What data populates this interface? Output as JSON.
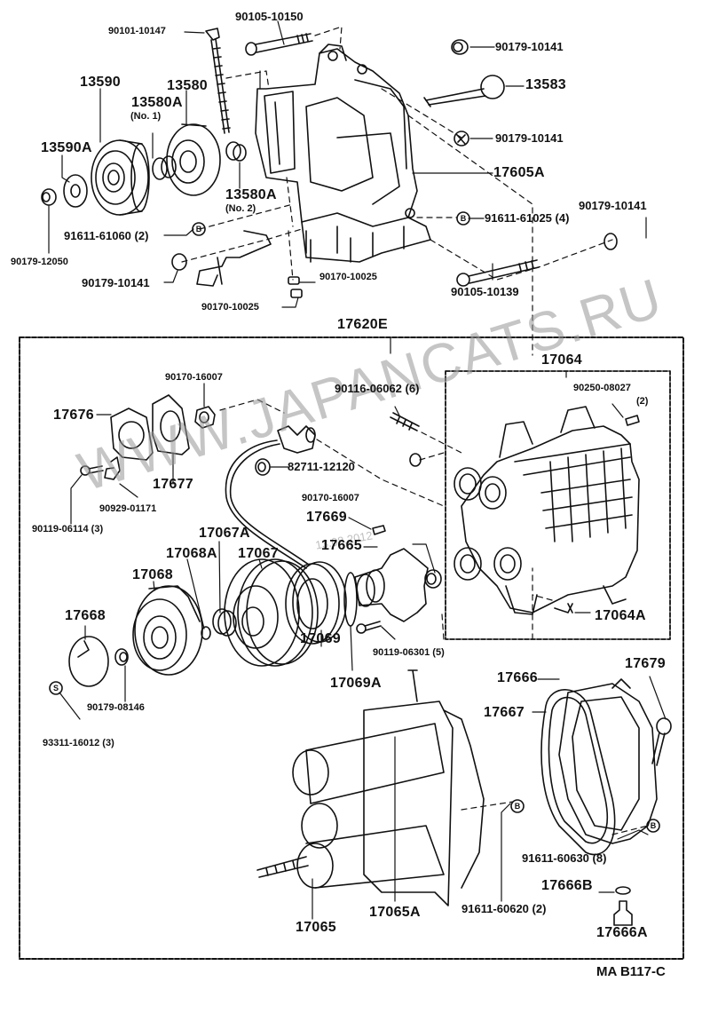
{
  "diagram": {
    "title_code": "MA B117-C",
    "watermark": "WWW.JAPANCATS.RU",
    "date_stamp": "13.08.2012",
    "assembly_label": "17620E",
    "subassembly_label": "17064",
    "labels": {
      "p90105_10150": "90105-10150",
      "p90101_10147": "90101-10147",
      "p90179_10141_a": "90179-10141",
      "p13583": "13583",
      "p90179_10141_b": "90179-10141",
      "p17605A": "17605A",
      "p13590": "13590",
      "p13580": "13580",
      "p13580A_1": "13580A",
      "p13580A_1_note": "(No. 1)",
      "p13590A": "13590A",
      "p13580A_2": "13580A",
      "p13580A_2_note": "(No. 2)",
      "p91611_61060": "91611-61060 (2)",
      "p91611_61025": "91611-61025 (4)",
      "p90179_10141_c": "90179-10141",
      "p90179_12050": "90179-12050",
      "p90179_10141_d": "90179-10141",
      "p90170_10025_a": "90170-10025",
      "p90170_10025_b": "90170-10025",
      "p90105_10139": "90105-10139",
      "p90170_16007_a": "90170-16007",
      "p90116_06062": "90116-06062 (6)",
      "p90250_08027": "90250-08027",
      "p90250_08027_qty": "(2)",
      "p17676": "17676",
      "p17677": "17677",
      "p82711_12120": "82711-12120",
      "p90929_01171": "90929-01171",
      "p90170_16007_b": "90170-16007",
      "p90119_06114": "90119-06114 (3)",
      "p17669": "17669",
      "p17665": "17665",
      "p17067A": "17067A",
      "p17068A": "17068A",
      "p17067": "17067",
      "p17068": "17068",
      "p17668": "17668",
      "p17064A": "17064A",
      "p90119_06301": "90119-06301 (5)",
      "p17069": "17069",
      "p17069A": "17069A",
      "p90179_08146": "90179-08146",
      "p93311_16012": "93311-16012 (3)",
      "p17666": "17666",
      "p17679": "17679",
      "p17667": "17667",
      "p91611_60630": "91611-60630 (8)",
      "p17666B": "17666B",
      "p17065": "17065",
      "p17065A": "17065A",
      "p91611_60620": "91611-60620 (2)",
      "p17666A": "17666A"
    },
    "callout_symbols": {
      "bolt_b": "B",
      "stud_s": "S"
    }
  }
}
